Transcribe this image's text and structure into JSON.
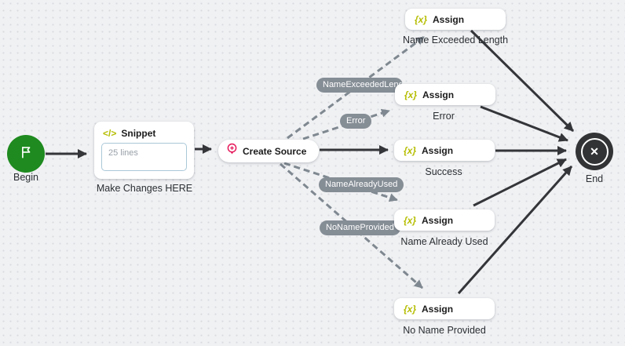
{
  "canvas": {
    "background": "#f0f1f3",
    "dot_color": "#d9dce0"
  },
  "colors": {
    "begin_green": "#1e8a1f",
    "icon_lime": "#b5bd00",
    "icon_pink": "#e5175a",
    "edge_dark": "#333538",
    "edge_gray": "#7f8890",
    "pill_bg": "#858d95",
    "pill_text": "#ffffff"
  },
  "icons": {
    "begin": "flag-icon",
    "snippet_glyph": "</>",
    "assign_glyph": "{x}",
    "create_source": "pin-plus-icon",
    "end_glyph": "✕"
  },
  "nodes": {
    "begin": {
      "label": "Begin"
    },
    "snippet": {
      "title": "Snippet",
      "body": "25 lines",
      "caption": "Make Changes HERE"
    },
    "create_source": {
      "title": "Create Source"
    },
    "assigns": [
      {
        "title": "Assign",
        "caption": "Name Exceeded Length"
      },
      {
        "title": "Assign",
        "caption": "Error"
      },
      {
        "title": "Assign",
        "caption": "Success"
      },
      {
        "title": "Assign",
        "caption": "Name Already Used"
      },
      {
        "title": "Assign",
        "caption": "No Name Provided"
      }
    ],
    "end": {
      "label": "End"
    }
  },
  "pills": [
    {
      "text": "NameExceededLength"
    },
    {
      "text": "Error"
    },
    {
      "text": "NameAlreadyUsed"
    },
    {
      "text": "NoNameProvided"
    }
  ]
}
